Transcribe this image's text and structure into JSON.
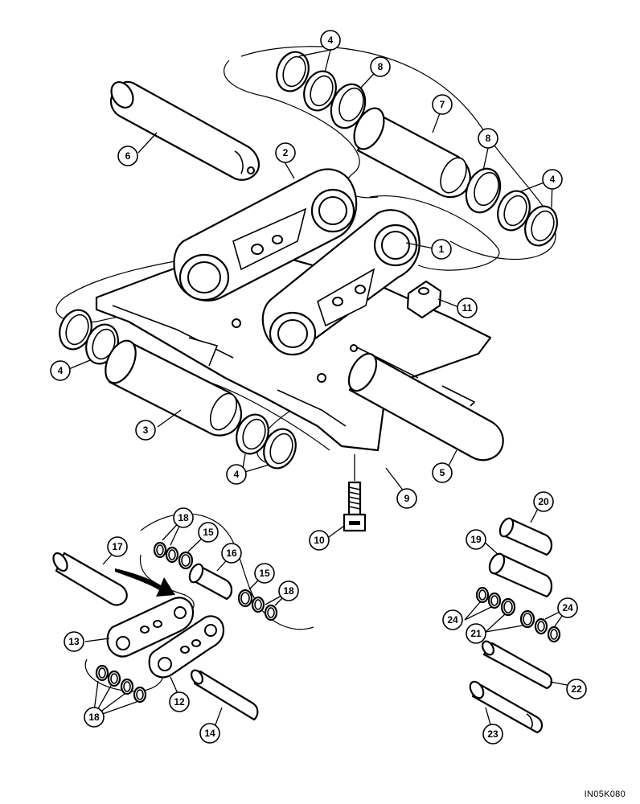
{
  "figure_code": "IN05K080",
  "callouts": [
    {
      "id": "c4a",
      "label": "4"
    },
    {
      "id": "c8a",
      "label": "8"
    },
    {
      "id": "c7",
      "label": "7"
    },
    {
      "id": "c6",
      "label": "6"
    },
    {
      "id": "c2",
      "label": "2"
    },
    {
      "id": "c8b",
      "label": "8"
    },
    {
      "id": "c4b",
      "label": "4"
    },
    {
      "id": "c1",
      "label": "1"
    },
    {
      "id": "c11",
      "label": "11"
    },
    {
      "id": "c4c",
      "label": "4"
    },
    {
      "id": "c3",
      "label": "3"
    },
    {
      "id": "c4d",
      "label": "4"
    },
    {
      "id": "c5",
      "label": "5"
    },
    {
      "id": "c9",
      "label": "9"
    },
    {
      "id": "c10",
      "label": "10"
    },
    {
      "id": "c18a",
      "label": "18"
    },
    {
      "id": "c15a",
      "label": "15"
    },
    {
      "id": "c17",
      "label": "17"
    },
    {
      "id": "c16",
      "label": "16"
    },
    {
      "id": "c15b",
      "label": "15"
    },
    {
      "id": "c18b",
      "label": "18"
    },
    {
      "id": "c13",
      "label": "13"
    },
    {
      "id": "c18c",
      "label": "18"
    },
    {
      "id": "c12",
      "label": "12"
    },
    {
      "id": "c14",
      "label": "14"
    },
    {
      "id": "c20",
      "label": "20"
    },
    {
      "id": "c19",
      "label": "19"
    },
    {
      "id": "c24a",
      "label": "24"
    },
    {
      "id": "c24b",
      "label": "24"
    },
    {
      "id": "c21",
      "label": "21"
    },
    {
      "id": "c22",
      "label": "22"
    },
    {
      "id": "c23",
      "label": "23"
    }
  ]
}
